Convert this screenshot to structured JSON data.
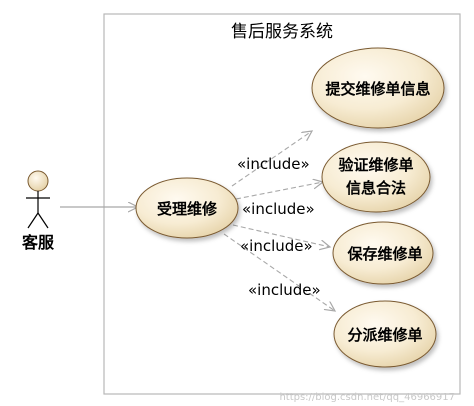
{
  "system": {
    "title": "售后服务系统"
  },
  "actor": {
    "label": "客服"
  },
  "use_cases": {
    "accept": "受理维修",
    "submit_line": "提交维修单信息",
    "verify_line1": "验证维修单",
    "verify_line2": "信息合法",
    "save": "保存维修单",
    "dispatch": "分派维修单"
  },
  "relations": {
    "include_1": "«include»",
    "include_2": "«include»",
    "include_3": "«include»",
    "include_4": "«include»"
  },
  "watermark": "https://blog.csdn.net/qq_46966917",
  "colors": {
    "ellipse_fill_light": "#fdf6e6",
    "ellipse_fill_dark": "#ead9b4",
    "ellipse_stroke": "#7a5a30",
    "boundary_stroke": "#b8b8b8",
    "arrow_stroke": "#a8a8a8"
  }
}
